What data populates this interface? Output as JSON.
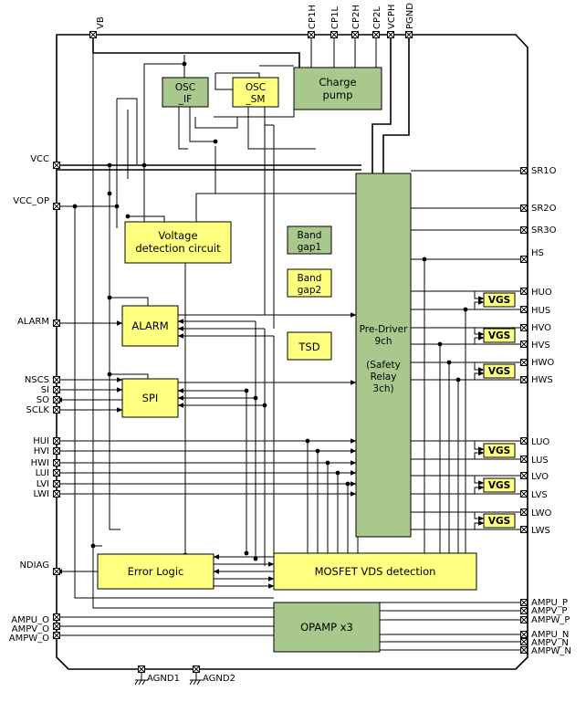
{
  "colors": {
    "yellow": "#ffff80",
    "green": "#a9c88e",
    "outline": "#000000",
    "background": "#ffffff"
  },
  "pins": {
    "vb": "VB",
    "cp1h": "CP1H",
    "cp1l": "CP1L",
    "cp2h": "CP2H",
    "cp2l": "CP2L",
    "vcph": "VCPH",
    "pgnd": "PGND",
    "vcc": "VCC",
    "vcc_op": "VCC_OP",
    "alarm": "ALARM",
    "nscs": "NSCS",
    "si": "SI",
    "so": "SO",
    "sclk": "SCLK",
    "hui": "HUI",
    "hvi": "HVI",
    "hwi": "HWI",
    "lui": "LUI",
    "lvi": "LVI",
    "lwi": "LWI",
    "ndiag": "NDIAG",
    "ampu_o": "AMPU_O",
    "ampv_o": "AMPV_O",
    "ampw_o": "AMPW_O",
    "agnd1": "AGND1",
    "agnd2": "AGND2",
    "sr1o": "SR1O",
    "sr2o": "SR2O",
    "sr3o": "SR3O",
    "hs": "HS",
    "huo": "HUO",
    "hus": "HUS",
    "hvo": "HVO",
    "hvs": "HVS",
    "hwo": "HWO",
    "hws": "HWS",
    "luo": "LUO",
    "lus": "LUS",
    "lvo": "LVO",
    "lvs": "LVS",
    "lwo": "LWO",
    "lws": "LWS",
    "ampu_p": "AMPU_P",
    "ampv_p": "AMPV_P",
    "ampw_p": "AMPW_P",
    "ampu_n": "AMPU_N",
    "ampv_n": "AMPV_N",
    "ampw_n": "AMPW_N"
  },
  "blocks": {
    "osc_if": [
      "OSC",
      "_IF"
    ],
    "osc_sm": [
      "OSC",
      "_SM"
    ],
    "charge_pump": [
      "Charge",
      "pump"
    ],
    "voltage_detection": [
      "Voltage",
      "detection circuit"
    ],
    "band_gap1": [
      "Band",
      "gap1"
    ],
    "band_gap2": [
      "Band",
      "gap2"
    ],
    "tsd": "TSD",
    "alarm": "ALARM",
    "spi": "SPI",
    "pre_driver": [
      "Pre-Driver",
      "9ch",
      "",
      "(Safety",
      "Relay",
      "3ch)"
    ],
    "error_logic": "Error Logic",
    "mosfet_vds": "MOSFET VDS detection",
    "opamp": "OPAMP x3",
    "vgs": "VGS"
  }
}
